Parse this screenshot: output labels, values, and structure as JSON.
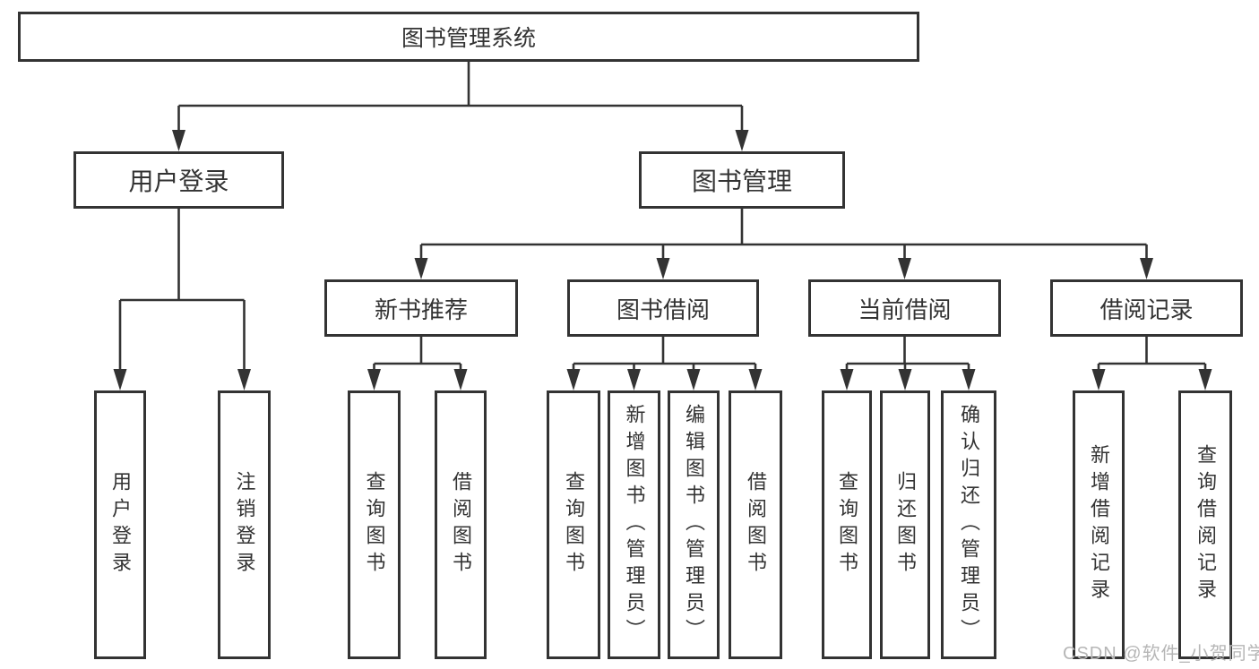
{
  "diagram": {
    "root": {
      "label": "图书管理系统"
    },
    "level2": [
      {
        "label": "用户登录",
        "parent": "图书管理系统"
      },
      {
        "label": "图书管理",
        "parent": "图书管理系统"
      }
    ],
    "level3": [
      {
        "label": "新书推荐",
        "parent": "图书管理"
      },
      {
        "label": "图书借阅",
        "parent": "图书管理"
      },
      {
        "label": "当前借阅",
        "parent": "图书管理"
      },
      {
        "label": "借阅记录",
        "parent": "图书管理"
      }
    ],
    "leaves": [
      {
        "label": "用户登录",
        "parent": "用户登录"
      },
      {
        "label": "注销登录",
        "parent": "用户登录"
      },
      {
        "label": "查询图书",
        "parent": "新书推荐"
      },
      {
        "label": "借阅图书",
        "parent": "新书推荐"
      },
      {
        "label": "查询图书",
        "parent": "图书借阅"
      },
      {
        "label": "新增图书（管理员）",
        "parent": "图书借阅"
      },
      {
        "label": "编辑图书（管理员）",
        "parent": "图书借阅"
      },
      {
        "label": "借阅图书",
        "parent": "图书借阅"
      },
      {
        "label": "查询图书",
        "parent": "当前借阅"
      },
      {
        "label": "归还图书",
        "parent": "当前借阅"
      },
      {
        "label": "确认归还（管理员）",
        "parent": "当前借阅"
      },
      {
        "label": "新增借阅记录",
        "parent": "借阅记录"
      },
      {
        "label": "查询借阅记录",
        "parent": "借阅记录"
      }
    ]
  },
  "watermark": {
    "text": "CSDN @软件_小贺同学"
  },
  "colors": {
    "line": "#333333",
    "box_border": "#333333",
    "text": "#333333",
    "background": "#ffffff",
    "watermark": "#b6b6b6"
  }
}
